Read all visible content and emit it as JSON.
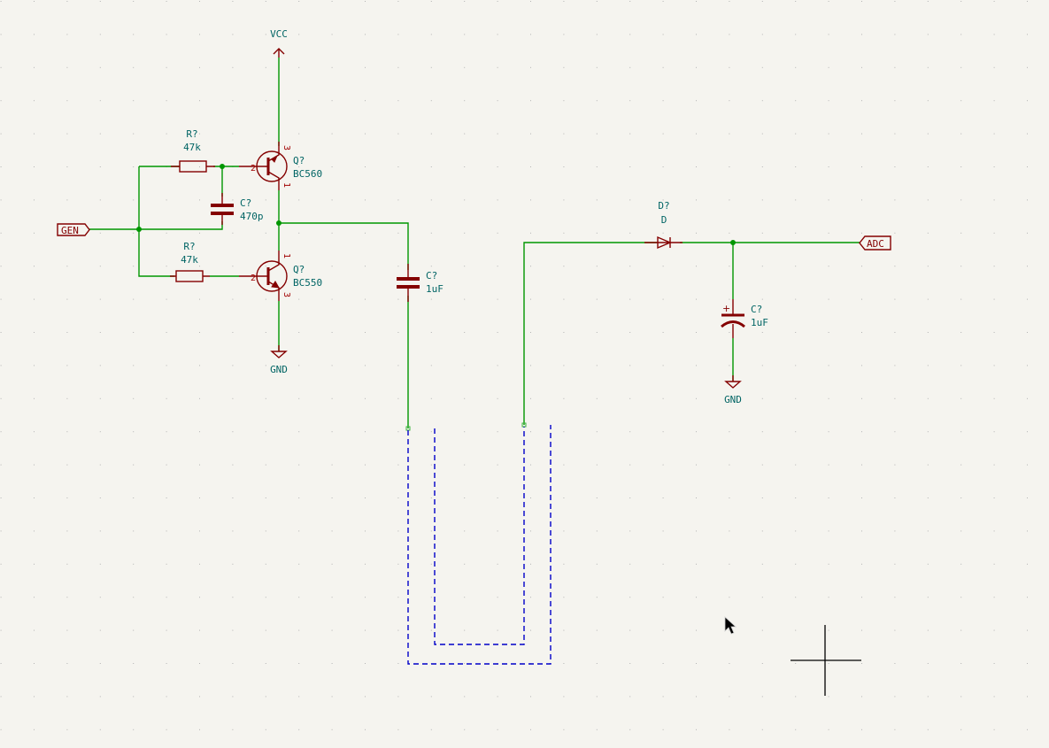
{
  "colors": {
    "background": "#f5f4ef",
    "wire": "#009600",
    "symbol": "#840000",
    "text": "#006464",
    "bus_dashed": "#0000c8",
    "grid": "#b4b4b4"
  },
  "power": {
    "vcc": "VCC",
    "gnd1": "GND",
    "gnd2": "GND"
  },
  "labels": {
    "gen": "GEN",
    "adc": "ADC"
  },
  "r_top": {
    "ref": "R?",
    "value": "47k"
  },
  "r_bottom": {
    "ref": "R?",
    "value": "47k"
  },
  "c_470p": {
    "ref": "C?",
    "value": "470p"
  },
  "q_top": {
    "ref": "Q?",
    "value": "BC560",
    "pin_e": "3",
    "pin_b": "2",
    "pin_c": "1"
  },
  "q_bottom": {
    "ref": "Q?",
    "value": "BC550",
    "pin_c": "1",
    "pin_b": "2",
    "pin_e": "3"
  },
  "c_coupling": {
    "ref": "C?",
    "value": "1uF"
  },
  "diode": {
    "ref": "D?",
    "value": "D"
  },
  "c_filter": {
    "ref": "C?",
    "value": "1uF",
    "polarity": "+"
  }
}
